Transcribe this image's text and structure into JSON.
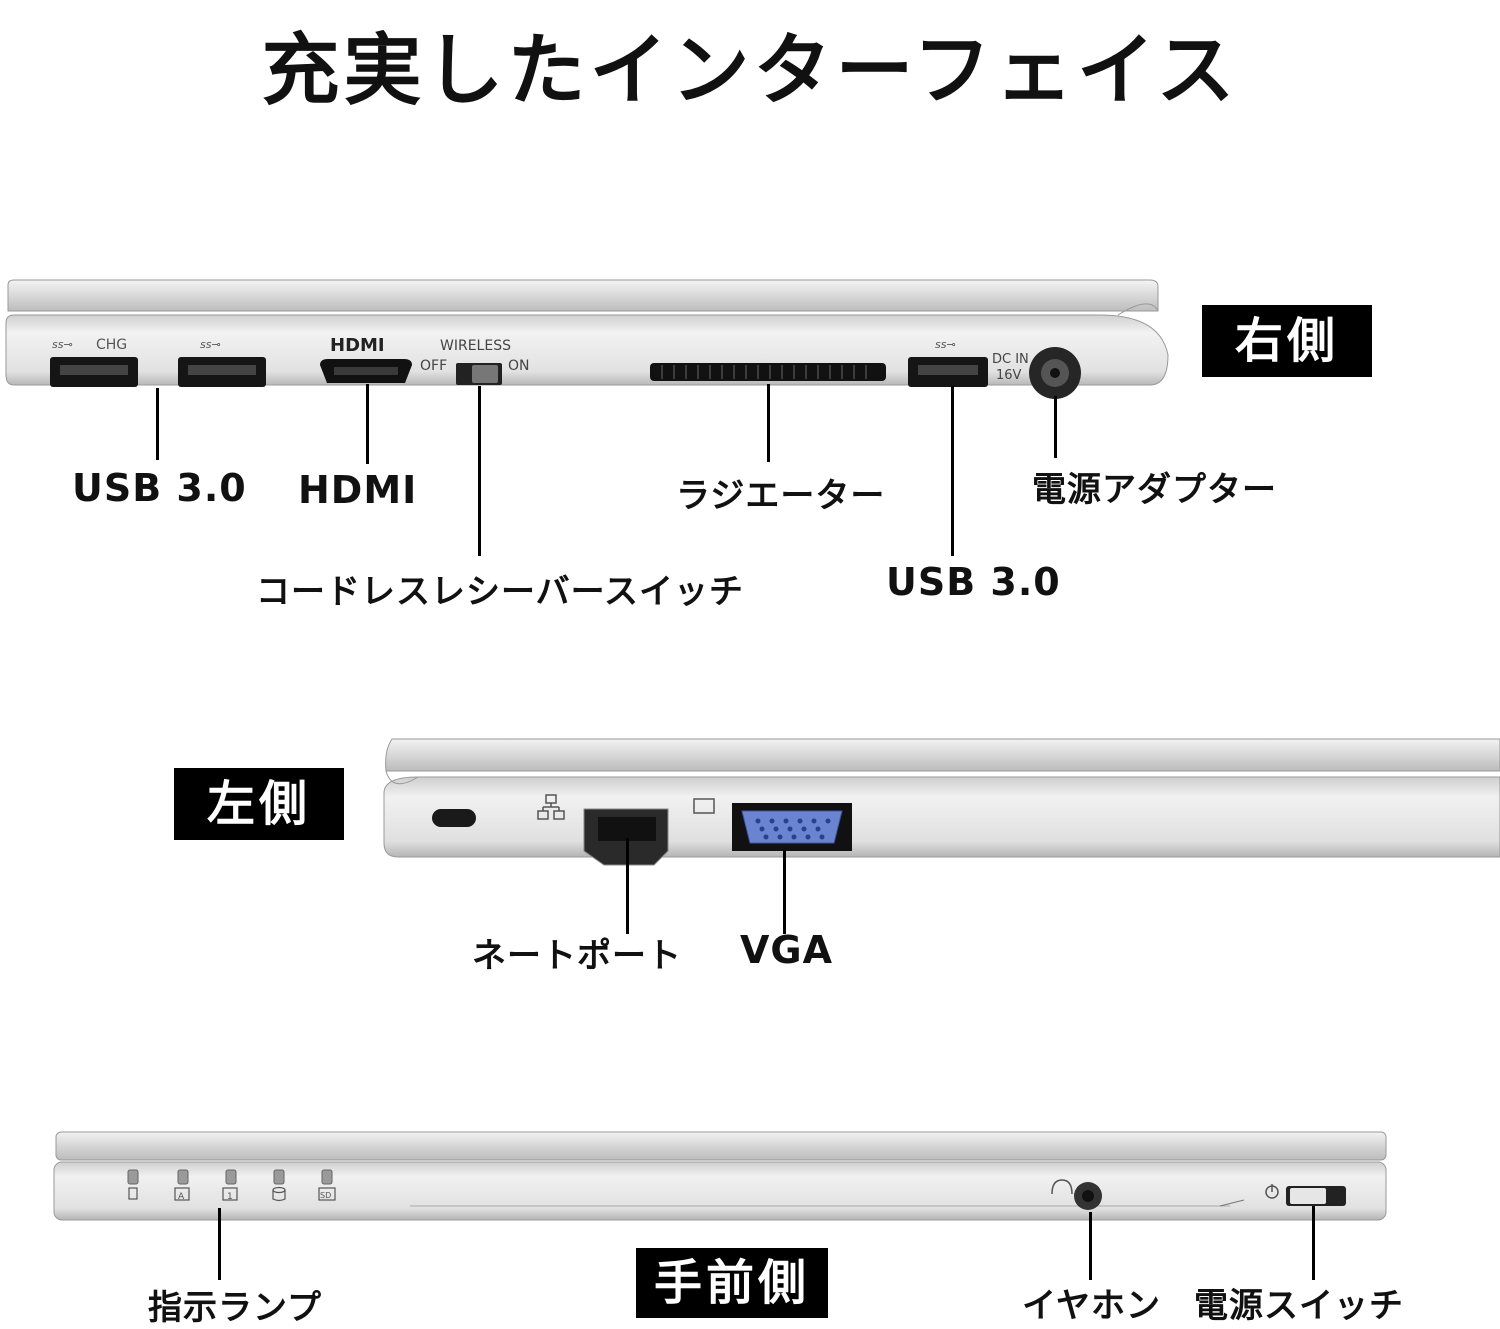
{
  "title": "充実したインターフェイス",
  "sections": {
    "right": {
      "tag": "右側",
      "port_print": {
        "usb_chg": "CHG",
        "hdmi_logo": "HDMI",
        "wireless": "WIRELESS",
        "off": "OFF",
        "on": "ON",
        "dcin": "DC IN",
        "voltage": "16V"
      },
      "labels": {
        "usb1": "USB 3.0",
        "hdmi": "HDMI",
        "switch": "コードレスレシーバースイッチ",
        "radiator": "ラジエーター",
        "usb2": "USB 3.0",
        "power_adapter": "電源アダプター"
      }
    },
    "left": {
      "tag": "左側",
      "labels": {
        "lan": "ネートポート",
        "vga": "VGA"
      }
    },
    "front": {
      "tag": "手前側",
      "indicator_glyphs": [
        "A",
        "1",
        "SD"
      ],
      "labels": {
        "indicator": "指示ランプ",
        "earphone": "イヤホン",
        "power_switch": "電源スイッチ"
      }
    }
  }
}
